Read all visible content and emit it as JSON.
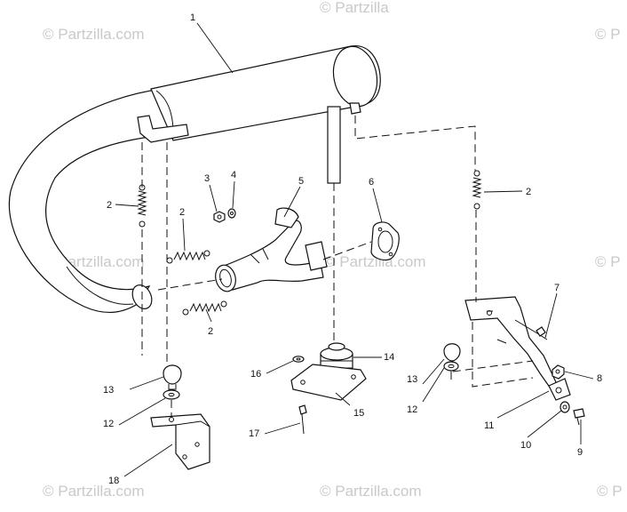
{
  "watermark": {
    "text": "© Partzilla.com",
    "fragment_top": "© Partzilla",
    "fragment_right": "© P",
    "fragment_right_bottom": "© P"
  },
  "callouts": {
    "c1": "1",
    "c2a": "2",
    "c2b": "2",
    "c2c": "2",
    "c2d": "2",
    "c3": "3",
    "c4": "4",
    "c5": "5",
    "c6": "6",
    "c7": "7",
    "c8": "8",
    "c9": "9",
    "c10": "10",
    "c11": "11",
    "c12a": "12",
    "c12b": "12",
    "c13a": "13",
    "c13b": "13",
    "c14": "14",
    "c15": "15",
    "c16": "16",
    "c17": "17",
    "c18": "18"
  },
  "colors": {
    "line": "#111111",
    "watermark": "#c9c9c9",
    "background": "#ffffff"
  }
}
